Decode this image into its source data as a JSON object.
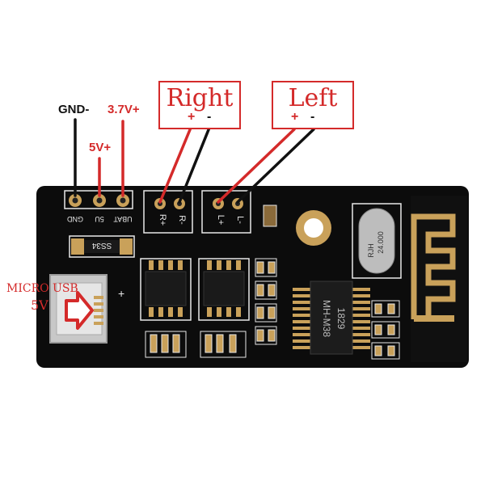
{
  "labels": {
    "gnd_minus": "GND-",
    "v37_plus": "3.7V+",
    "v5_plus": "5V+",
    "right": "Right",
    "left": "Left",
    "plus": "+",
    "minus": "-",
    "micro_usb": "MICRO USB",
    "usb_5v": "5V"
  },
  "silkscreen": {
    "gnd": "GND",
    "v5": "5U",
    "vbat": "UBAT",
    "r_plus": "R+",
    "r_minus": "R-",
    "l_plus": "L+",
    "l_minus": "L-",
    "diode": "SS34",
    "crystal_top": "RJH",
    "crystal_freq": "24.000",
    "chip_model": "MH-M38",
    "chip_code": "1829",
    "usb_plus": "+"
  },
  "colors": {
    "accent_red": "#d42a2a",
    "board": "#0c0c0c",
    "silk": "#e8e8e8",
    "pad": "#c9a15a",
    "wire_black": "#111111"
  }
}
